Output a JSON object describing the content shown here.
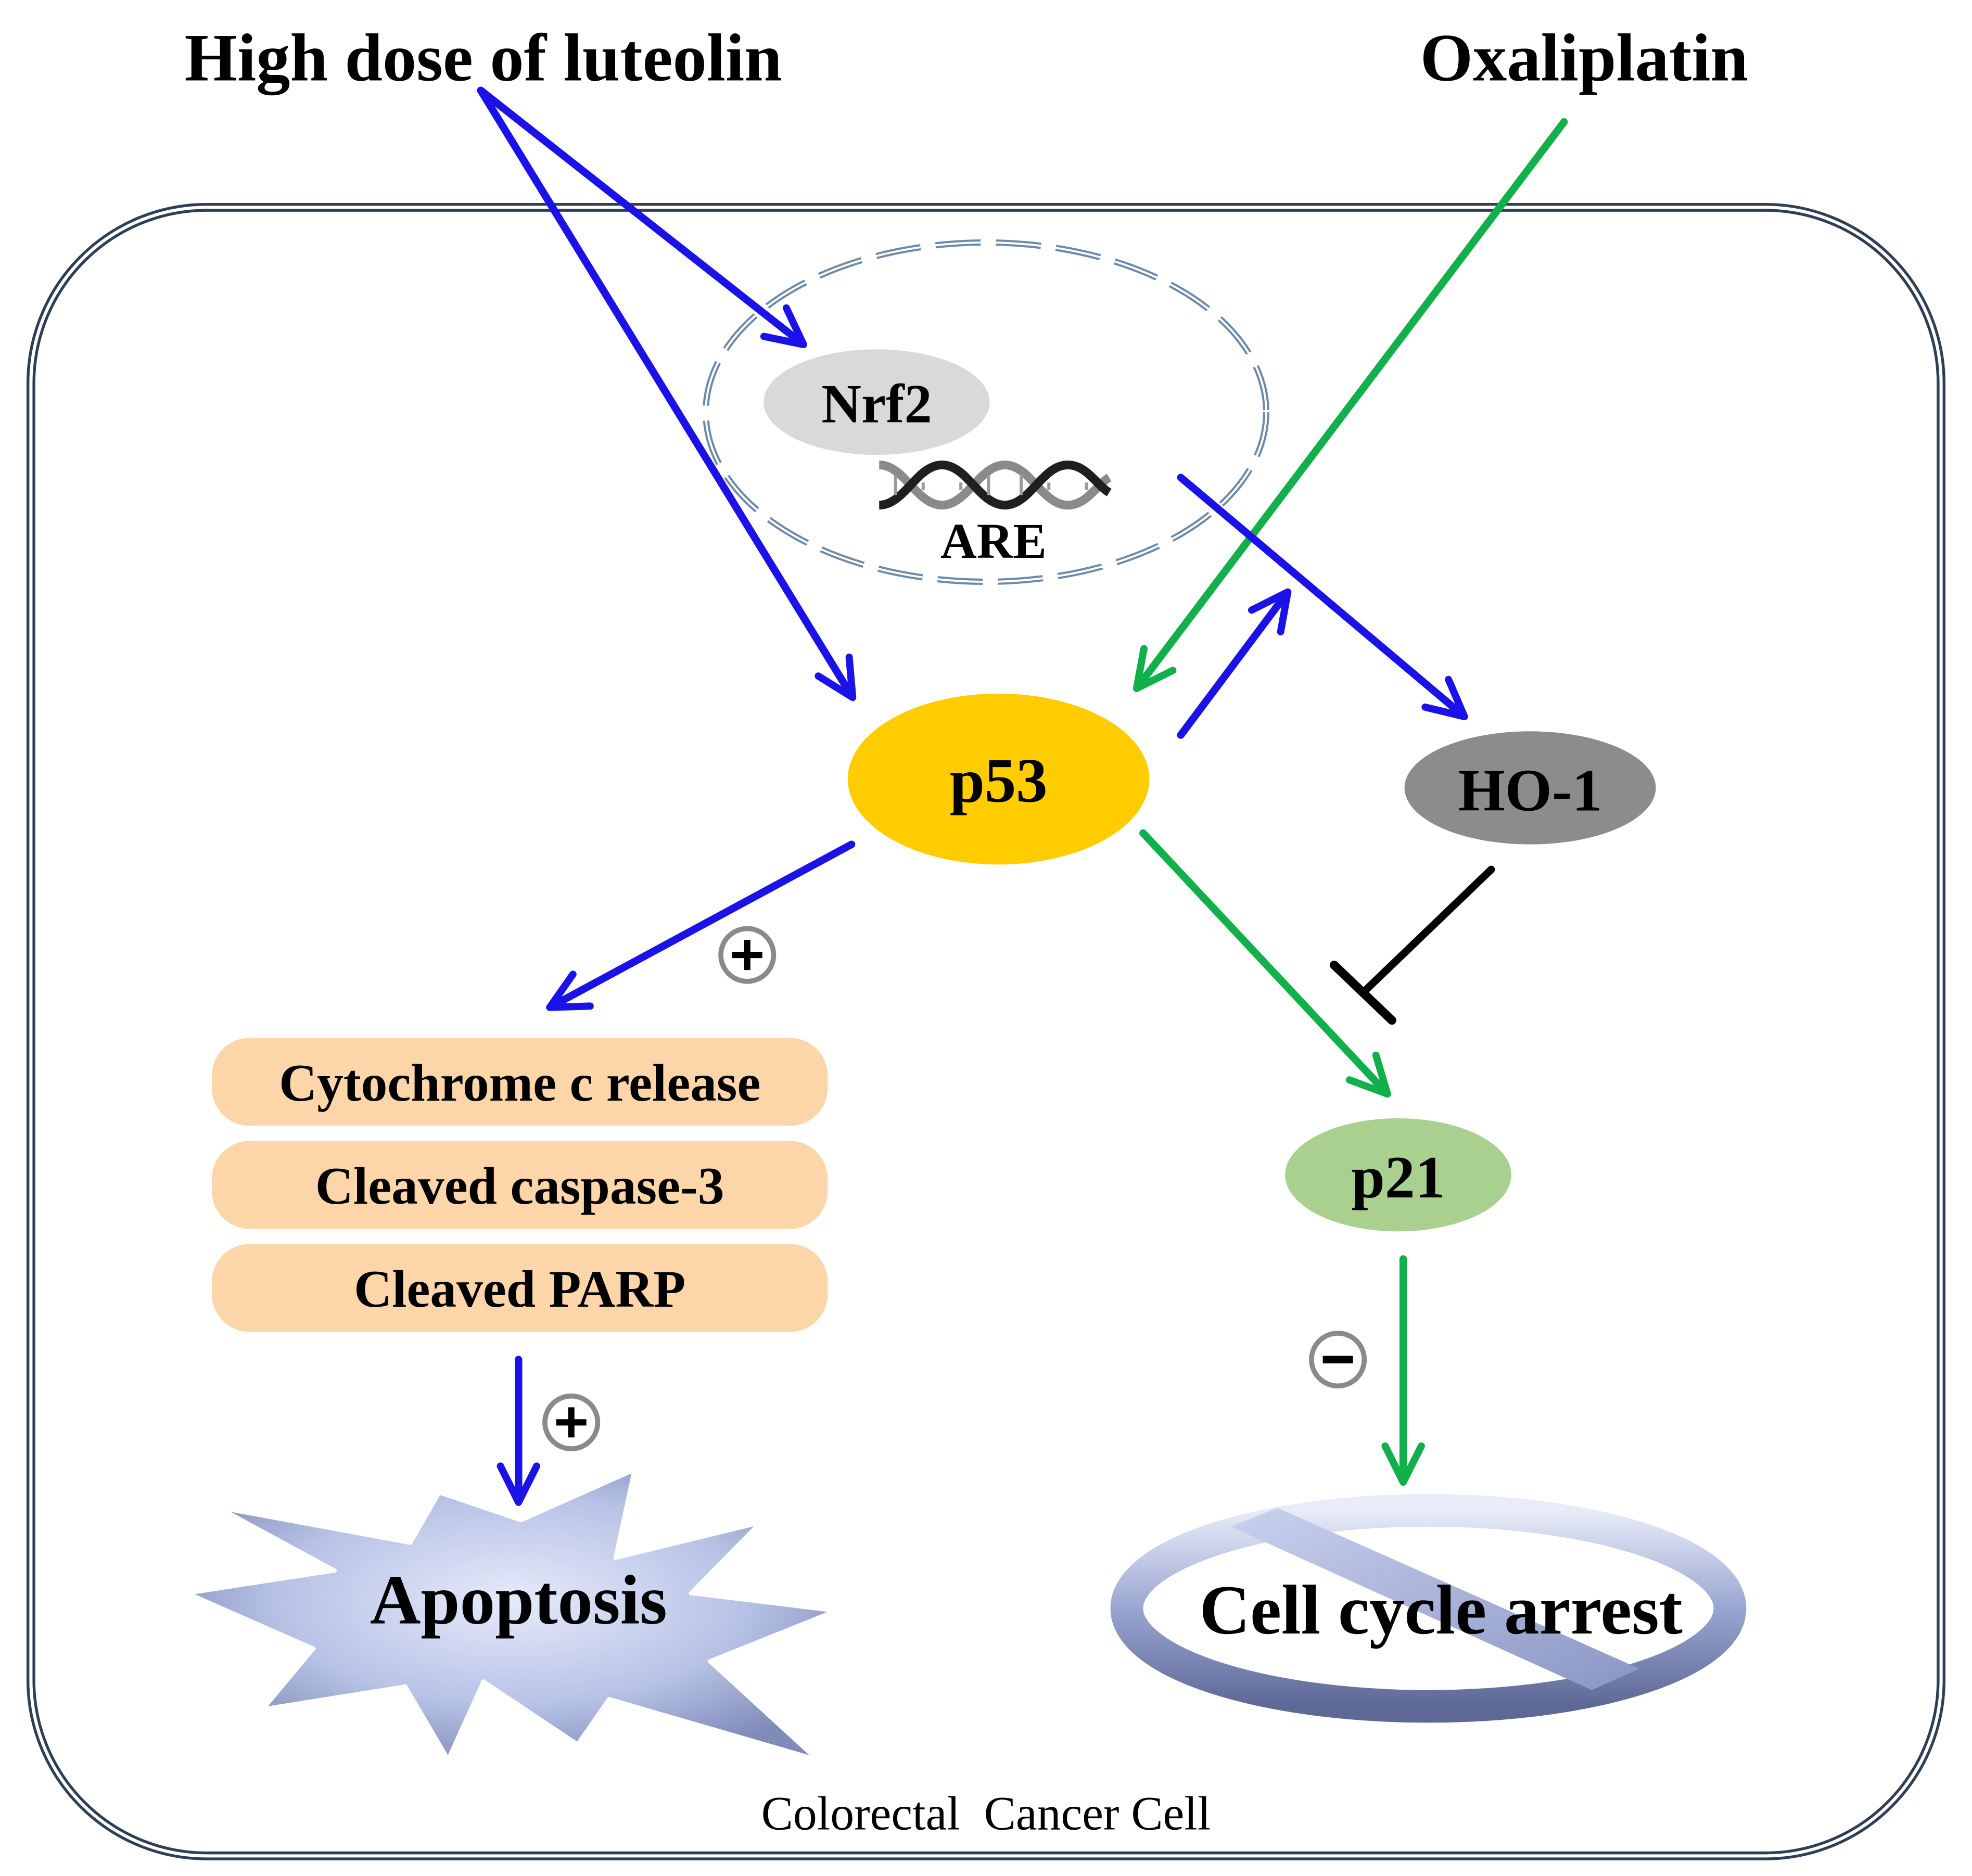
{
  "labels": {
    "luteolin": "High dose of luteolin",
    "oxaliplatin": "Oxaliplatin",
    "nrf2": "Nrf2",
    "are": "ARE",
    "p53": "p53",
    "ho1": "HO-1",
    "p21": "p21",
    "cytochrome": "Cytochrome c release",
    "caspase": "Cleaved caspase-3",
    "parp": "Cleaved PARP",
    "apoptosis": "Apoptosis",
    "cell_cycle_arrest": "Cell cycle arrest",
    "cell_label": "Colorectal  Cancer Cell",
    "plus": "+",
    "minus": "−"
  },
  "colors": {
    "luteolin_arrow": "#1a12e6",
    "oxaliplatin_arrow": "#12b04a",
    "inhibition": "#000000",
    "p53": "#ffcc00",
    "nrf2": "#d9d9d9",
    "ho1": "#8c8c8c",
    "p21": "#a9d08e",
    "apoptosis_markers": "#fcd5a8",
    "membrane": "#2e3f55",
    "nucleus": "#6f8aa8"
  }
}
